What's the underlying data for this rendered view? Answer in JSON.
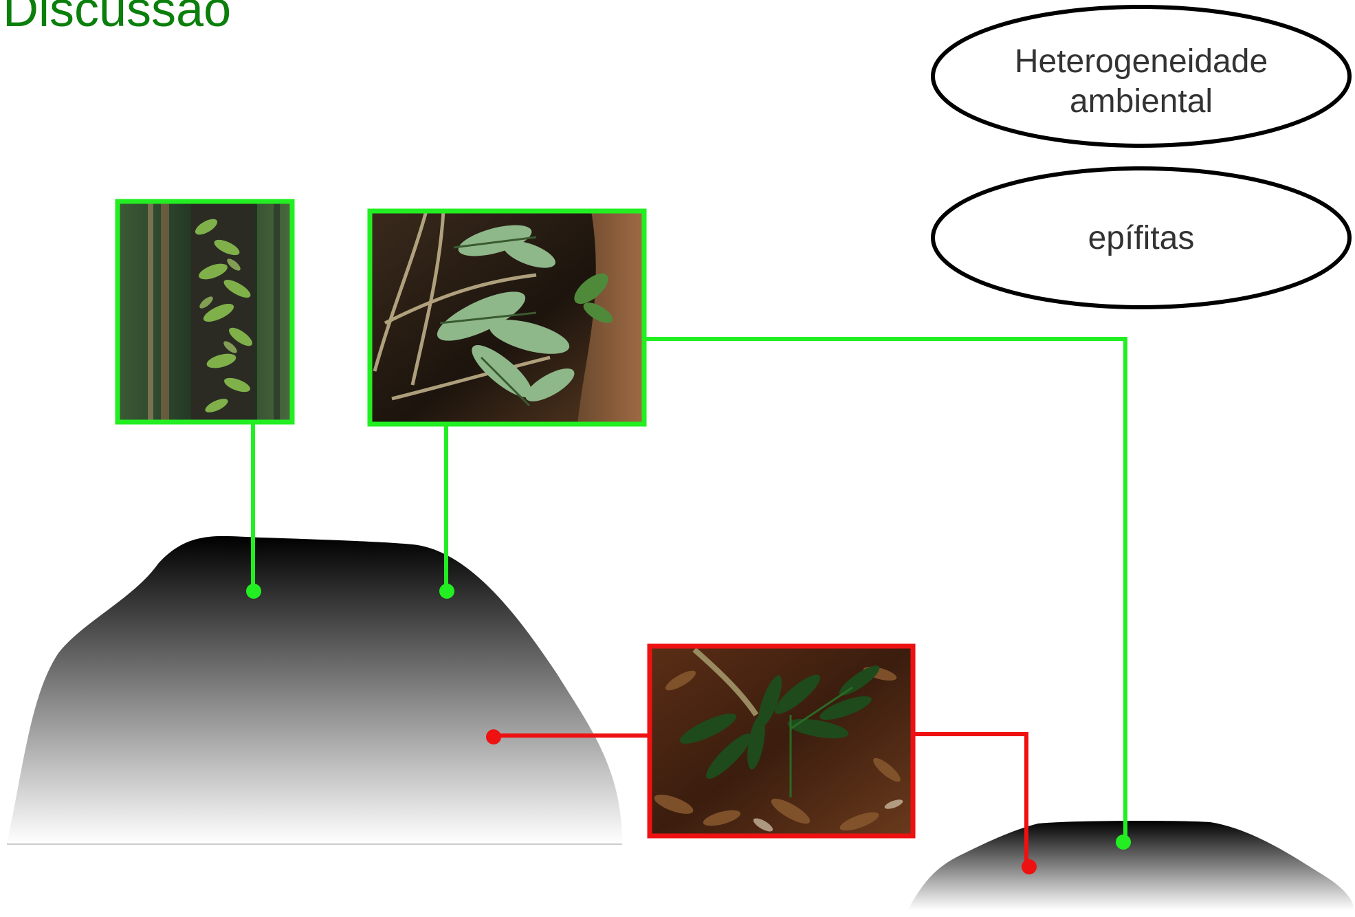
{
  "title": "Discussão",
  "nodes": {
    "environmental_heterogeneity": {
      "line1": "Heterogeneidade",
      "line2": "ambiental"
    },
    "epiphytes": {
      "label": "epífitas"
    }
  },
  "photos": {
    "vine_on_tree": {
      "icon": "epiphytic-fern-on-trunk-photo",
      "frame_color": "#22ee22"
    },
    "fern_at_trunk_base": {
      "icon": "fern-at-trunk-base-photo",
      "frame_color": "#22ee22"
    },
    "forest_floor_plant": {
      "icon": "terrestrial-plant-photo",
      "frame_color": "#ee1111"
    }
  },
  "colors": {
    "title": "#0b7f0b",
    "connector_green": "#22ee22",
    "connector_red": "#ee1111",
    "mound_top": "#000000",
    "mound_bottom": "#ffffff"
  }
}
